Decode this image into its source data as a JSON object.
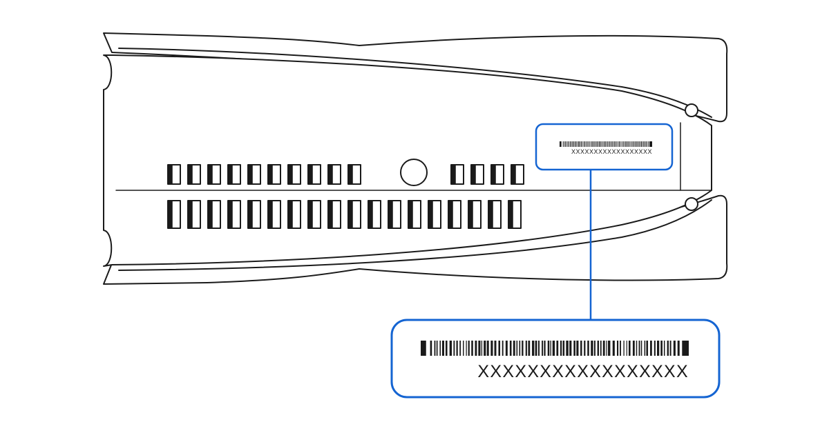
{
  "label_small": {
    "serial_text": "XXXXXXXXXXXXXXXXXX"
  },
  "label_zoomed": {
    "serial_text": "XXXXXXXXXXXXXXXXX"
  },
  "colors": {
    "outline": "#1a1a1a",
    "highlight": "#1464d2",
    "background": "#ffffff"
  },
  "icons": {
    "console": "console-illustration",
    "barcode": "barcode-icon"
  }
}
